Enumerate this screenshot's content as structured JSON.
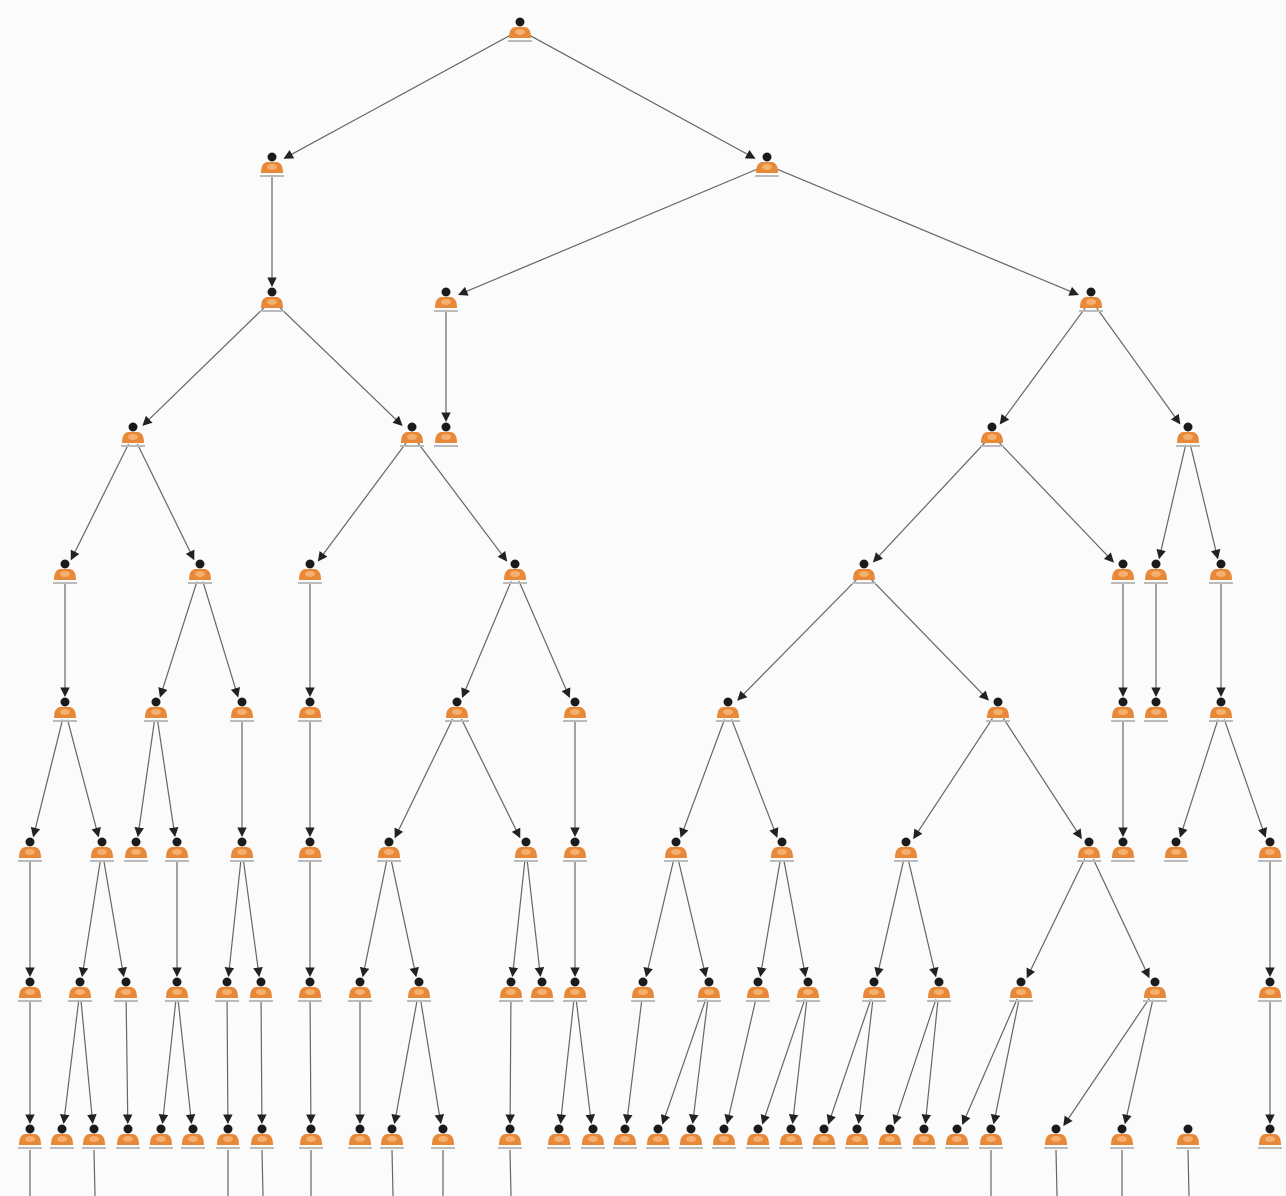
{
  "diagram": {
    "type": "tree",
    "node_icon": "person-icon",
    "node_colors": {
      "body": "#e8893a",
      "body_highlight": "#f5b070",
      "head": "#1a1a1a"
    },
    "edge_color": "#666666",
    "nodes": [
      {
        "id": "n0"
      },
      {
        "id": "n1",
        "parent": "n0"
      },
      {
        "id": "n2",
        "parent": "n0"
      },
      {
        "id": "n3",
        "parent": "n1"
      },
      {
        "id": "n4",
        "parent": "n2"
      },
      {
        "id": "n5",
        "parent": "n2"
      },
      {
        "id": "n6",
        "parent": "n3"
      },
      {
        "id": "n7",
        "parent": "n3"
      },
      {
        "id": "n8",
        "parent": "n4"
      },
      {
        "id": "n9",
        "parent": "n5"
      },
      {
        "id": "n10",
        "parent": "n5"
      },
      {
        "id": "n11",
        "parent": "n6"
      },
      {
        "id": "n12",
        "parent": "n6"
      },
      {
        "id": "n13",
        "parent": "n7"
      },
      {
        "id": "n14",
        "parent": "n7"
      },
      {
        "id": "n15",
        "parent": "n9"
      },
      {
        "id": "n16",
        "parent": "n9"
      },
      {
        "id": "n17",
        "parent": "n10"
      },
      {
        "id": "n18",
        "parent": "n10"
      },
      {
        "id": "n19",
        "parent": "n11"
      },
      {
        "id": "n20",
        "parent": "n12"
      },
      {
        "id": "n21",
        "parent": "n12"
      },
      {
        "id": "n22",
        "parent": "n13"
      },
      {
        "id": "n23",
        "parent": "n14"
      },
      {
        "id": "n24",
        "parent": "n14"
      },
      {
        "id": "n25",
        "parent": "n15"
      },
      {
        "id": "n26",
        "parent": "n16"
      },
      {
        "id": "n27",
        "parent": "n16"
      },
      {
        "id": "n28",
        "parent": "n17"
      },
      {
        "id": "n29",
        "parent": "n18"
      },
      {
        "id": "n30",
        "parent": "n19"
      },
      {
        "id": "n31",
        "parent": "n19"
      },
      {
        "id": "n32",
        "parent": "n20"
      },
      {
        "id": "n33",
        "parent": "n20"
      },
      {
        "id": "n34",
        "parent": "n21"
      },
      {
        "id": "n35",
        "parent": "n22"
      },
      {
        "id": "n36",
        "parent": "n23"
      },
      {
        "id": "n37",
        "parent": "n23"
      },
      {
        "id": "n38",
        "parent": "n24"
      },
      {
        "id": "n39",
        "parent": "n24"
      },
      {
        "id": "n40",
        "parent": "n25"
      },
      {
        "id": "n41",
        "parent": "n26"
      },
      {
        "id": "n42",
        "parent": "n26"
      },
      {
        "id": "n43",
        "parent": "n27"
      },
      {
        "id": "n44",
        "parent": "n27"
      },
      {
        "id": "n45",
        "parent": "n28"
      },
      {
        "id": "n46",
        "parent": "n29"
      },
      {
        "id": "n47",
        "parent": "n29"
      },
      {
        "id": "n48",
        "parent": "n30"
      },
      {
        "id": "n49",
        "parent": "n31"
      },
      {
        "id": "n50",
        "parent": "n31"
      },
      {
        "id": "n51",
        "parent": "n32"
      },
      {
        "id": "n52",
        "parent": "n33"
      },
      {
        "id": "n53",
        "parent": "n34"
      },
      {
        "id": "n54",
        "parent": "n35"
      },
      {
        "id": "n55",
        "parent": "n35"
      },
      {
        "id": "n56",
        "parent": "n36"
      },
      {
        "id": "n57",
        "parent": "n36"
      },
      {
        "id": "n58",
        "parent": "n37"
      },
      {
        "id": "n59",
        "parent": "n37"
      },
      {
        "id": "n60",
        "parent": "n38"
      },
      {
        "id": "n61",
        "parent": "n38"
      },
      {
        "id": "n62",
        "parent": "n39"
      },
      {
        "id": "n63",
        "parent": "n39"
      },
      {
        "id": "n64",
        "parent": "n40"
      },
      {
        "id": "n65",
        "parent": "n41"
      },
      {
        "id": "n66",
        "parent": "n42"
      },
      {
        "id": "n67",
        "parent": "n42"
      },
      {
        "id": "n68",
        "parent": "n43"
      },
      {
        "id": "n69",
        "parent": "n43"
      },
      {
        "id": "n70",
        "parent": "n44"
      },
      {
        "id": "n71",
        "parent": "n44"
      },
      {
        "id": "n72",
        "parent": "n45"
      },
      {
        "id": "n73",
        "parent": "n46"
      },
      {
        "id": "n74",
        "parent": "n46"
      },
      {
        "id": "n75",
        "parent": "n47"
      },
      {
        "id": "n76",
        "parent": "n47"
      },
      {
        "id": "n77",
        "parent": "n48"
      },
      {
        "id": "n78",
        "parent": "n48"
      },
      {
        "id": "n79",
        "parent": "n49"
      },
      {
        "id": "n80",
        "parent": "n49"
      },
      {
        "id": "n81",
        "parent": "n50"
      },
      {
        "id": "n82",
        "parent": "n50"
      },
      {
        "id": "n83",
        "parent": "n51"
      },
      {
        "id": "n84",
        "parent": "n51"
      },
      {
        "id": "n85",
        "parent": "n52"
      },
      {
        "id": "n86",
        "parent": "n52"
      },
      {
        "id": "n87",
        "parent": "n53"
      },
      {
        "id": "n88",
        "parent": "n53"
      },
      {
        "id": "n89",
        "parent": "n54"
      },
      {
        "id": "n90",
        "parent": "n55"
      },
      {
        "id": "n91",
        "parent": "n56"
      },
      {
        "id": "n92",
        "parent": "n56"
      },
      {
        "id": "n93",
        "parent": "n57"
      },
      {
        "id": "n94",
        "parent": "n57"
      },
      {
        "id": "n95",
        "parent": "n58"
      },
      {
        "id": "n96",
        "parent": "n58"
      },
      {
        "id": "n97",
        "parent": "n59"
      },
      {
        "id": "n98",
        "parent": "n60"
      },
      {
        "id": "n99",
        "parent": "n60"
      },
      {
        "id": "n100",
        "parent": "n61"
      },
      {
        "id": "n101",
        "parent": "n61"
      },
      {
        "id": "n102",
        "parent": "n62"
      },
      {
        "id": "n103",
        "parent": "n62"
      },
      {
        "id": "n104",
        "parent": "n63"
      },
      {
        "id": "n105",
        "parent": "n63"
      },
      {
        "id": "n106",
        "parent": "n64"
      },
      {
        "id": "n107",
        "parent": "n65"
      },
      {
        "id": "n108",
        "parent": "n66"
      },
      {
        "id": "n109",
        "parent": "n66"
      },
      {
        "id": "n110",
        "parent": "n67"
      },
      {
        "id": "n111",
        "parent": "n68"
      },
      {
        "id": "n112",
        "parent": "n69"
      },
      {
        "id": "n113",
        "parent": "n70"
      },
      {
        "id": "n114",
        "parent": "n71"
      },
      {
        "id": "n115",
        "parent": "n72"
      }
    ]
  }
}
